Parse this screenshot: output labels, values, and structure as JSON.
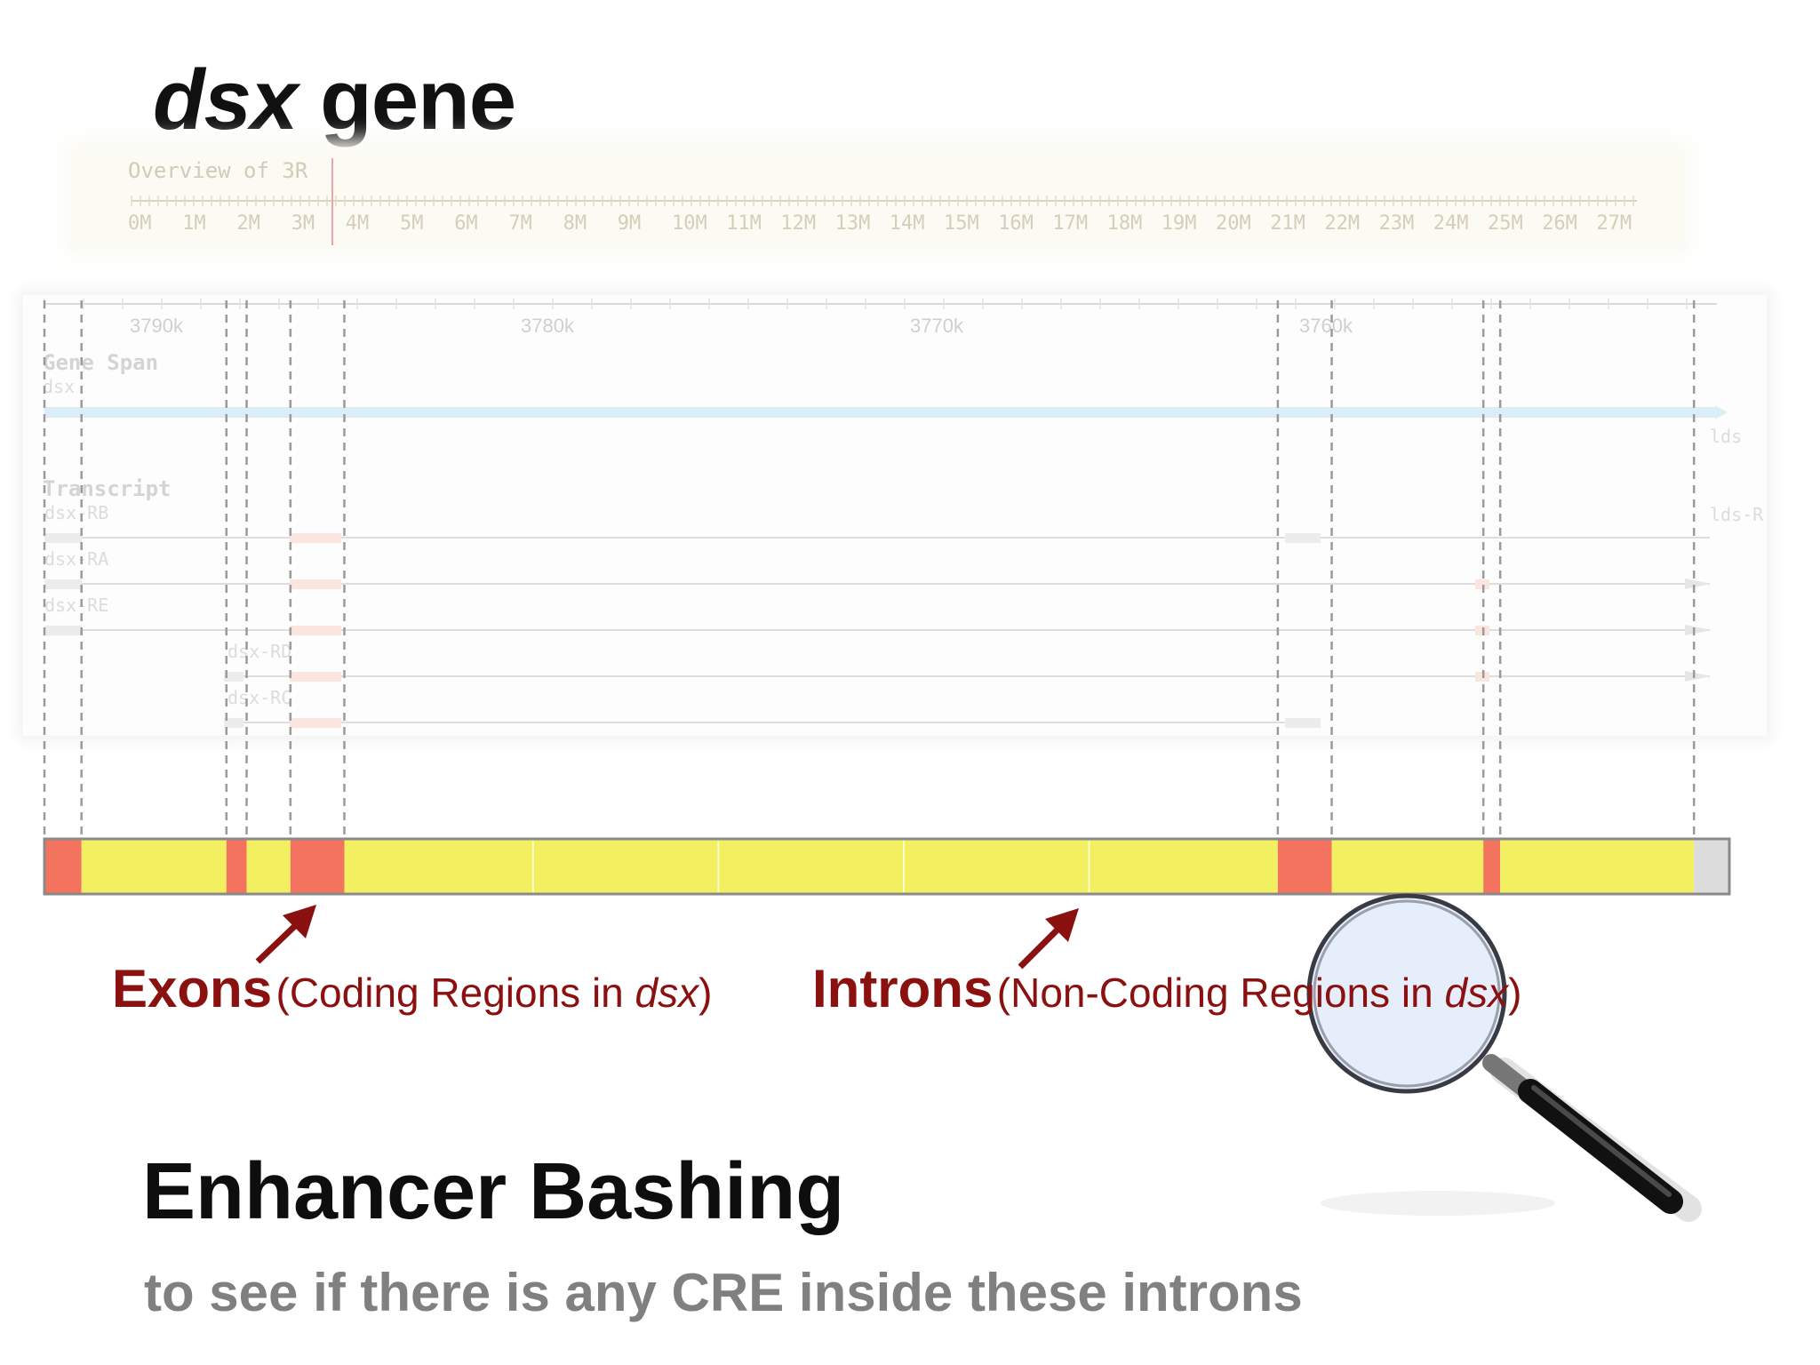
{
  "title": {
    "gene_name": "dsx",
    "suffix": "gene"
  },
  "overview": {
    "label": "Overview of 3R",
    "ticks": [
      "0M",
      "1M",
      "2M",
      "3M",
      "4M",
      "5M",
      "6M",
      "7M",
      "8M",
      "9M",
      "10M",
      "11M",
      "12M",
      "13M",
      "14M",
      "15M",
      "16M",
      "17M",
      "18M",
      "19M",
      "20M",
      "21M",
      "22M",
      "23M",
      "24M",
      "25M",
      "26M",
      "27M"
    ]
  },
  "browser": {
    "scale_ticks": [
      "3790k",
      "3780k",
      "3770k",
      "3760k"
    ],
    "gene_span_label": "Gene Span",
    "gene_label": "dsx",
    "transcript_label": "Transcript",
    "transcripts": [
      "dsx-RB",
      "dsx-RA",
      "dsx-RE",
      "dsx-RD",
      "dsx-RC"
    ],
    "right_labels": [
      "lds",
      "lds-R"
    ]
  },
  "gene_bar": {
    "segments": [
      {
        "kind": "exon",
        "start": 0.0,
        "end": 0.022
      },
      {
        "kind": "intron",
        "start": 0.022,
        "end": 0.108
      },
      {
        "kind": "exon",
        "start": 0.108,
        "end": 0.12
      },
      {
        "kind": "intron",
        "start": 0.12,
        "end": 0.146
      },
      {
        "kind": "exon",
        "start": 0.146,
        "end": 0.178
      },
      {
        "kind": "intron",
        "start": 0.178,
        "end": 0.732
      },
      {
        "kind": "exon",
        "start": 0.732,
        "end": 0.764
      },
      {
        "kind": "intron",
        "start": 0.764,
        "end": 0.854
      },
      {
        "kind": "exon",
        "start": 0.854,
        "end": 0.864
      },
      {
        "kind": "intron",
        "start": 0.864,
        "end": 0.979
      },
      {
        "kind": "end",
        "start": 0.979,
        "end": 1.0
      }
    ],
    "colors": {
      "exon": "#f4735e",
      "intron": "#f2ef60",
      "end": "#dcdcdc",
      "arrow": "#8b1010"
    }
  },
  "annotations": {
    "exons_label": "Exons",
    "exons_desc_pre": "(Coding Regions in ",
    "exons_desc_gene": "dsx",
    "exons_desc_post": ")",
    "introns_label": "Introns",
    "introns_desc_pre": "(Non-Coding Regions in ",
    "introns_desc_gene": "dsx",
    "introns_desc_post": ")"
  },
  "heading": "Enhancer Bashing",
  "subheading": "to see if there is any CRE inside these introns"
}
